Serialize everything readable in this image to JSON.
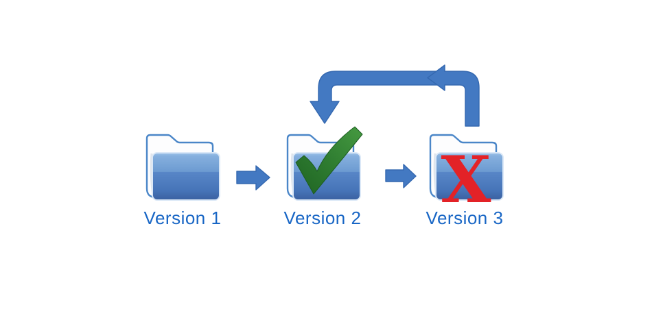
{
  "versions": [
    {
      "label": "Version 1",
      "icon": "folder-icon"
    },
    {
      "label": "Version 2",
      "icon": "folder-check-icon",
      "status_icon": "check-icon"
    },
    {
      "label": "Version 3",
      "icon": "folder-x-icon",
      "status_icon": "x-icon",
      "x_glyph": "X"
    }
  ],
  "arrows": [
    {
      "name": "arrow-right-icon-v1-to-v2"
    },
    {
      "name": "arrow-right-icon-v2-to-v3"
    },
    {
      "name": "revert-arrow-icon-v3-to-v2"
    }
  ],
  "colors": {
    "background": "#ffffff",
    "label_text": "#1866c5",
    "arrow_fill": "#4379c2",
    "arrow_stroke": "#3468b0",
    "folder_outline": "#4a86c8",
    "check_dark": "#1f6423",
    "check_mid": "#2f7d31",
    "check_light": "#469a41",
    "x_red": "#e32227"
  }
}
